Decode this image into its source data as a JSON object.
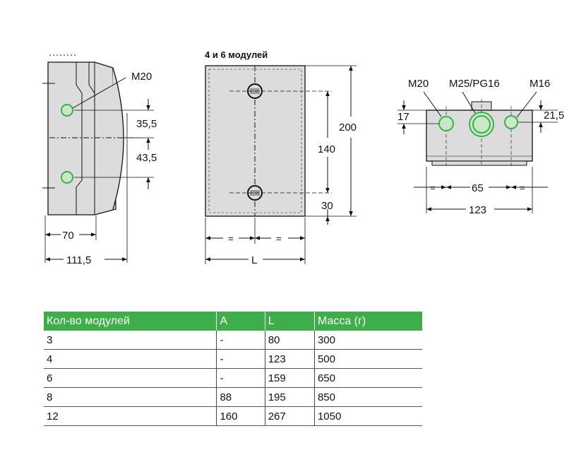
{
  "drawings": {
    "side_view": {
      "gland_label": "M20",
      "dim_upper": "35,5",
      "dim_lower": "43,5",
      "dim_depth_inner": "70",
      "dim_depth_total": "111,5"
    },
    "front_view": {
      "caption": "4 и 6 модулей",
      "dim_height": "200",
      "dim_spacing": "140",
      "dim_bottom": "30",
      "dim_width": "L",
      "equal_mark": "="
    },
    "top_view": {
      "gland_left": "M20",
      "gland_center": "M25/PG16",
      "gland_right": "M16",
      "dim_left_height": "17",
      "dim_right_height": "21,5",
      "dim_spacing": "65",
      "dim_width": "123",
      "equal_mark": "="
    },
    "colors": {
      "gland": "#3dae49",
      "body": "#dcdcdc",
      "outline": "#111111"
    }
  },
  "table": {
    "header_color": "#3dae49",
    "headers": [
      "Кол-во модулей",
      "A",
      "L",
      "Масса (г)"
    ],
    "rows": [
      [
        "3",
        "-",
        "80",
        "300"
      ],
      [
        "4",
        "-",
        "123",
        "500"
      ],
      [
        "6",
        "-",
        "159",
        "650"
      ],
      [
        "8",
        "88",
        "195",
        "850"
      ],
      [
        "12",
        "160",
        "267",
        "1050"
      ]
    ]
  }
}
